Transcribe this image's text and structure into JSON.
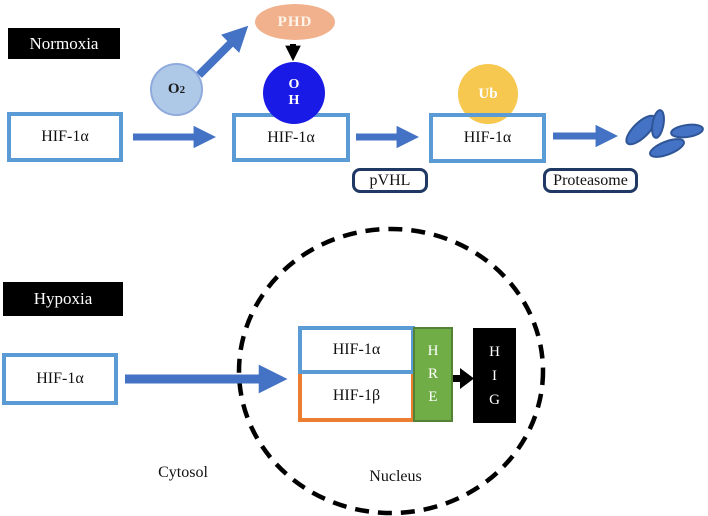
{
  "figure": {
    "background": "#ffffff",
    "description": "HIF-1α regulation pathway under normoxia and hypoxia"
  },
  "normoxia": {
    "label": "Normoxia",
    "hif1a_box1": "HIF-1α",
    "hif1a_box2": "HIF-1α",
    "hif1a_box3": "HIF-1α",
    "o2_main": "O",
    "o2_subscript": "2",
    "phd_label": "PHD",
    "oh_letters": [
      "O",
      "H"
    ],
    "ub_label": "Ub",
    "pvhl_label": "pVHL",
    "proteasome_label": "Proteasome"
  },
  "hypoxia": {
    "label": "Hypoxia",
    "hif1a_cytosol": "HIF-1α",
    "hif1a_nucleus": "HIF-1α",
    "hif1b_nucleus": "HIF-1β",
    "hre_letters": [
      "H",
      "R",
      "E"
    ],
    "hig_letters": [
      "H",
      "I",
      "G"
    ],
    "cytosol_label": "Cytosol",
    "nucleus_label": "Nucleus"
  },
  "colors": {
    "hif_box_border": "#5B9BD5",
    "arrow_blue": "#4472C4",
    "o2_fill": "#AEC9E8",
    "o2_border": "#8FAADC",
    "phd_fill": "#F0B18C",
    "oh_fill": "#1A1AE6",
    "ub_fill": "#F7C84F",
    "hif1b_border": "#ED7D31",
    "hre_fill": "#70AD47",
    "hre_border": "#538135",
    "label_box_fill": "#000000",
    "rounded_box_border": "#1F3864",
    "fragment_fill": "#4472C4",
    "fragment_border": "#2F5597",
    "nucleus_dash": "#000000"
  }
}
